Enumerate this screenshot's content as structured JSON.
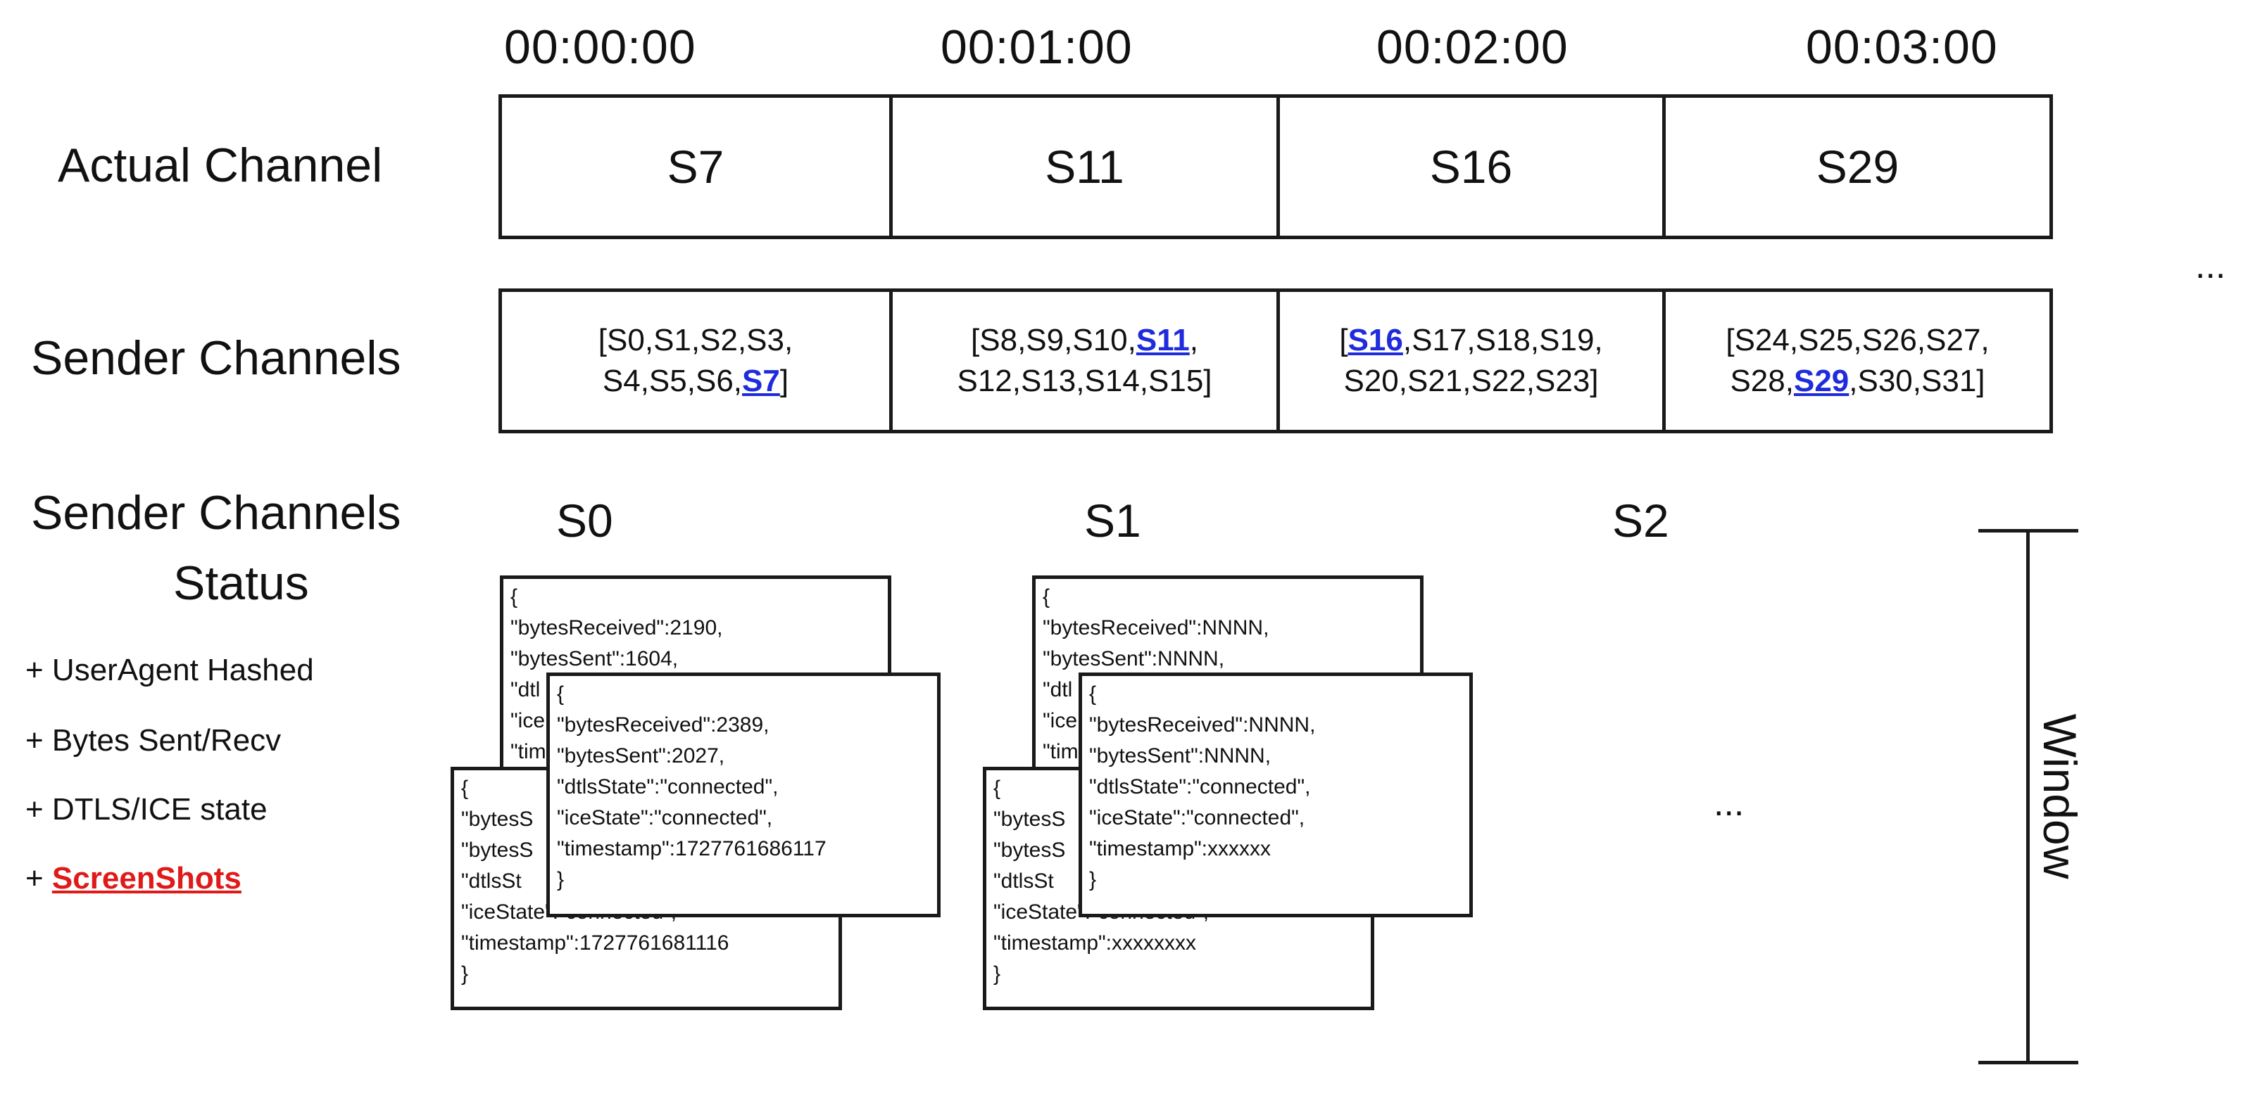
{
  "timeline": [
    "00:00:00",
    "00:01:00",
    "00:02:00",
    "00:03:00"
  ],
  "rows": {
    "actual_label": "Actual Channel",
    "sender_label": "Sender Channels",
    "status_label_line1": "Sender Channels",
    "status_label_line2": "Status"
  },
  "actual_channels": [
    "S7",
    "S11",
    "S16",
    "S29"
  ],
  "sender_groups": [
    {
      "line1_pre": "[S0,S1,S2,S3,",
      "line2_pre": "S4,S5,S6,",
      "highlight": "S7",
      "line2_post": "]"
    },
    {
      "line1_pre": "[S8,S9,S10,",
      "highlight": "S11",
      "line1_post": ",",
      "line2": "S12,S13,S14,S15]"
    },
    {
      "line1_open": "[",
      "highlight": "S16",
      "line1_post": ",S17,S18,S19,",
      "line2": "S20,S21,S22,S23]"
    },
    {
      "line1": "[S24,S25,S26,S27,",
      "line2_pre": "S28,",
      "highlight": "S29",
      "line2_post": ",S30,S31]"
    }
  ],
  "right_ellipsis": "...",
  "status_bullets": [
    {
      "text": "+ UserAgent Hashed"
    },
    {
      "text": "+ Bytes Sent/Recv"
    },
    {
      "text": "+ DTLS/ICE state"
    },
    {
      "prefix": "+ ",
      "text": "ScreenShots"
    }
  ],
  "sender_status_channels": [
    "S0",
    "S1",
    "S2"
  ],
  "mid_ellipsis": "...",
  "window_label": "Window",
  "cards": {
    "s0_back": [
      "{",
      "\"bytesReceived\":2190,",
      "\"bytesSent\":1604,",
      "\"dtl",
      "\"ice",
      "\"tim"
    ],
    "s0_front": [
      "{",
      "\"bytesReceived\":2389,",
      "\"bytesSent\":2027,",
      "\"dtlsState\":\"connected\",",
      "\"iceState\":\"connected\",",
      "\"timestamp\":1727761686117",
      "}"
    ],
    "s0_bottom": [
      "{",
      "\"bytesS",
      "\"bytesS",
      "\"dtlsSt",
      "\"iceState\":\"connected\",",
      "\"timestamp\":1727761681116",
      "}"
    ],
    "s1_back": [
      "{",
      "\"bytesReceived\":NNNN,",
      "\"bytesSent\":NNNN,",
      "\"dtl",
      "\"ice",
      "\"tim"
    ],
    "s1_front": [
      "{",
      "\"bytesReceived\":NNNN,",
      "\"bytesSent\":NNNN,",
      "\"dtlsState\":\"connected\",",
      "\"iceState\":\"connected\",",
      "\"timestamp\":xxxxxx",
      "}"
    ],
    "s1_bottom": [
      "{",
      "\"bytesS",
      "\"bytesS",
      "\"dtlsSt",
      "\"iceState\":\"connected\",",
      "\"timestamp\":xxxxxxxx",
      "}"
    ]
  },
  "colors": {
    "highlight": "#1f2bdc",
    "screenshots": "#e01919",
    "border": "#1a1a1a"
  }
}
